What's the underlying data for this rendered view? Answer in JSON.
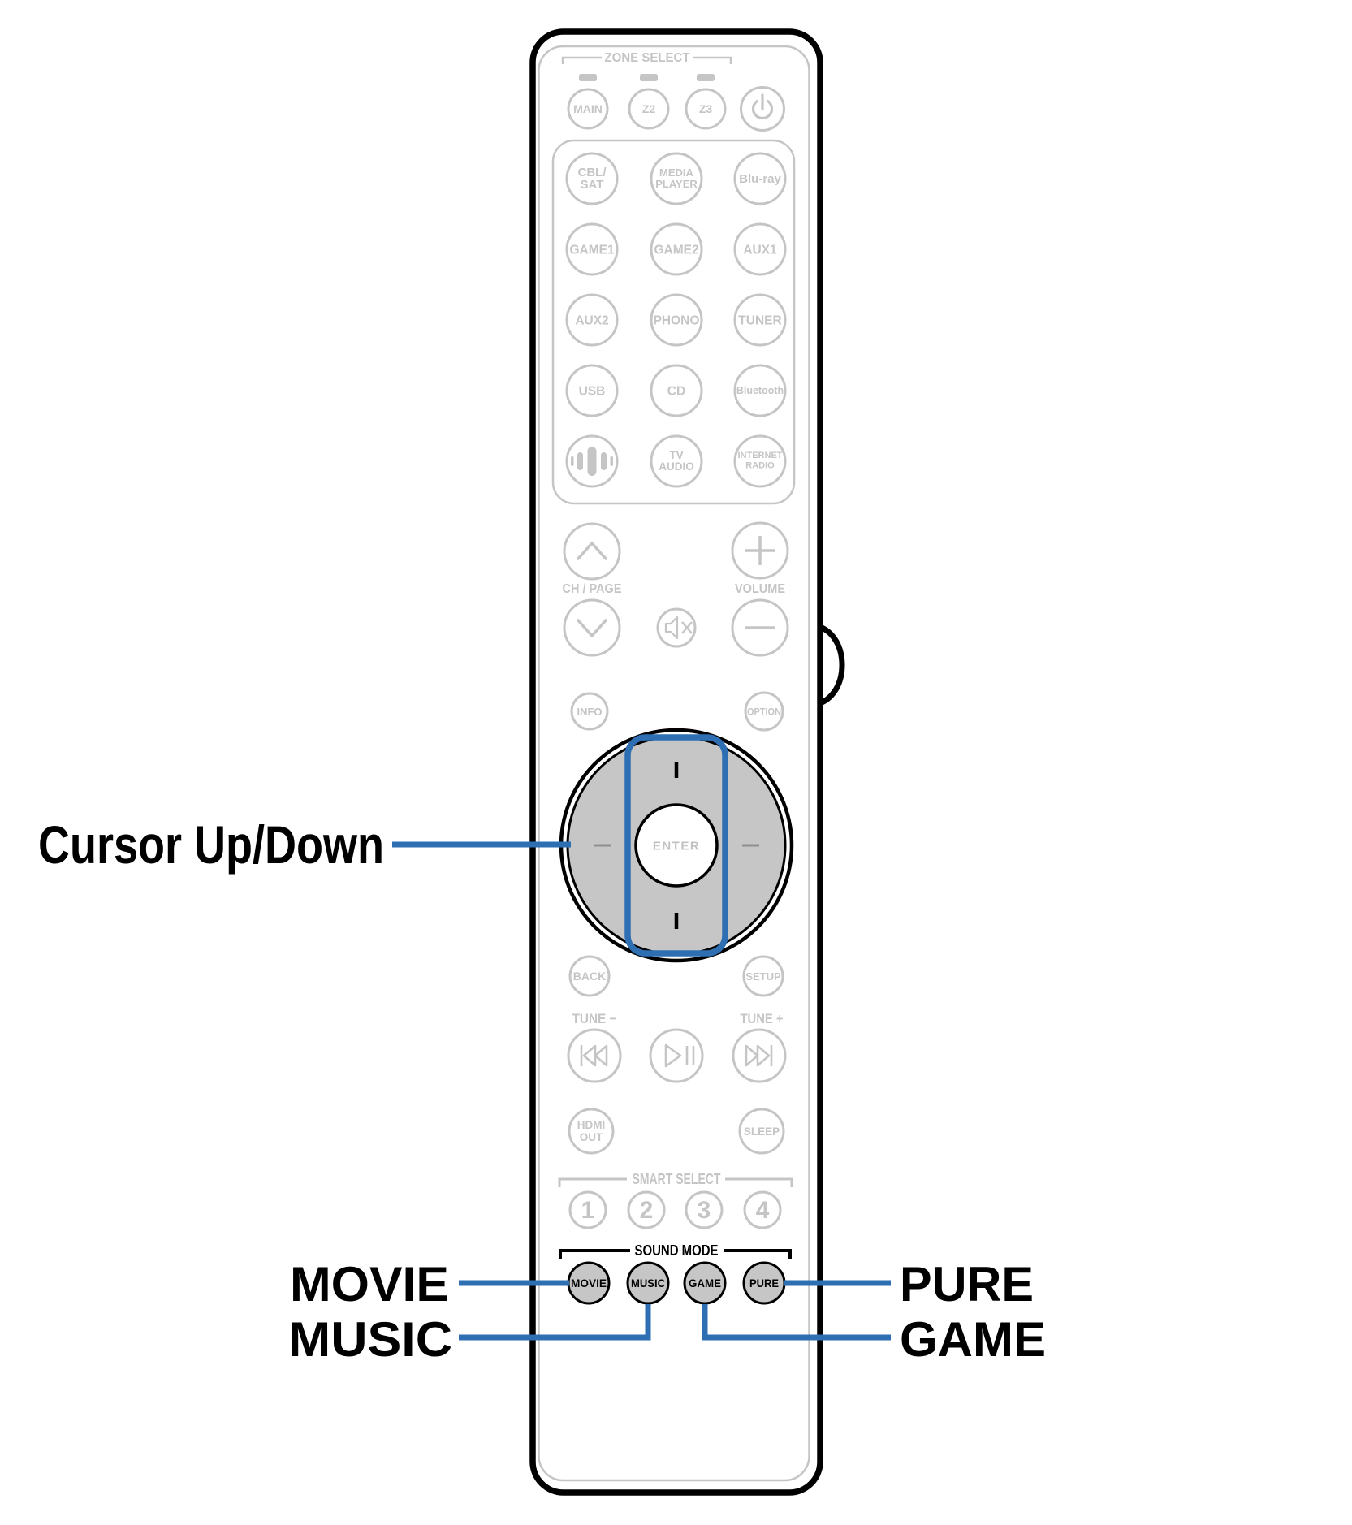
{
  "colors": {
    "accent_blue": "#2e6fb4",
    "line_gray": "#c5c5c5",
    "pad_fill": "#c6c6c6",
    "outline_black": "#000000"
  },
  "icons": [
    "power-icon",
    "led-indicator",
    "speaker-waves-icon",
    "mute-icon",
    "chevron-up-icon",
    "chevron-down-icon",
    "plus-icon",
    "minus-icon",
    "skip-back-icon",
    "play-pause-icon",
    "skip-forward-icon",
    "cursor-up-mark-icon",
    "cursor-down-mark-icon",
    "cursor-left-mark-icon",
    "cursor-right-mark-icon"
  ],
  "callouts": {
    "cursor_up_down": "Cursor Up/Down",
    "movie": "MOVIE",
    "music": "MUSIC",
    "pure": "PURE",
    "game": "GAME"
  },
  "remote": {
    "zone_select_label": "ZONE SELECT",
    "zone_main": "MAIN",
    "zone_z2": "Z2",
    "zone_z3": "Z3",
    "src_cbl_sat": "CBL/\nSAT",
    "src_media_player": "MEDIA\nPLAYER",
    "src_blu_ray": "Blu-ray",
    "src_game1": "GAME1",
    "src_game2": "GAME2",
    "src_aux1": "AUX1",
    "src_aux2": "AUX2",
    "src_phono": "PHONO",
    "src_tuner": "TUNER",
    "src_usb": "USB",
    "src_cd": "CD",
    "src_bluetooth": "Bluetooth",
    "src_tv_audio": "TV\nAUDIO",
    "src_internet_radio": "INTERNET\nRADIO",
    "ch_page_label": "CH / PAGE",
    "volume_label": "VOLUME",
    "info": "INFO",
    "option": "OPTION",
    "enter": "ENTER",
    "back": "BACK",
    "setup": "SETUP",
    "tune_minus": "TUNE −",
    "tune_plus": "TUNE +",
    "hdmi_out": "HDMI\nOUT",
    "sleep": "SLEEP",
    "smart_select_label": "SMART SELECT",
    "smart_1": "1",
    "smart_2": "2",
    "smart_3": "3",
    "smart_4": "4",
    "sound_mode_label": "SOUND MODE",
    "btn_movie": "MOVIE",
    "btn_music": "MUSIC",
    "btn_game": "GAME",
    "btn_pure": "PURE"
  }
}
